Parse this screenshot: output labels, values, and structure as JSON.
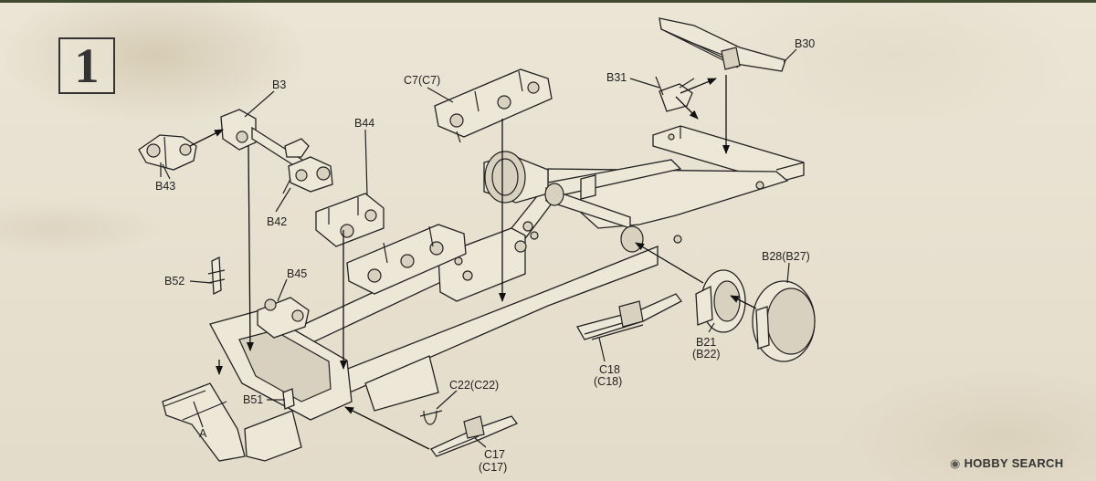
{
  "step": {
    "number": "1"
  },
  "labels": {
    "B3": "B3",
    "B43": "B43",
    "B42": "B42",
    "B44": "B44",
    "C7": "C7(C7)",
    "B31": "B31",
    "B30": "B30",
    "B52": "B52",
    "B45": "B45",
    "B28": "B28(B27)",
    "C18a": "C18",
    "C18b": "(C18)",
    "B21a": "B21",
    "B22": "(B22)",
    "C22": "C22(C22)",
    "B51": "B51",
    "A": "A",
    "C17a": "C17",
    "C17b": "(C17)"
  },
  "watermark": {
    "brand": "HOBBY SEARCH"
  }
}
